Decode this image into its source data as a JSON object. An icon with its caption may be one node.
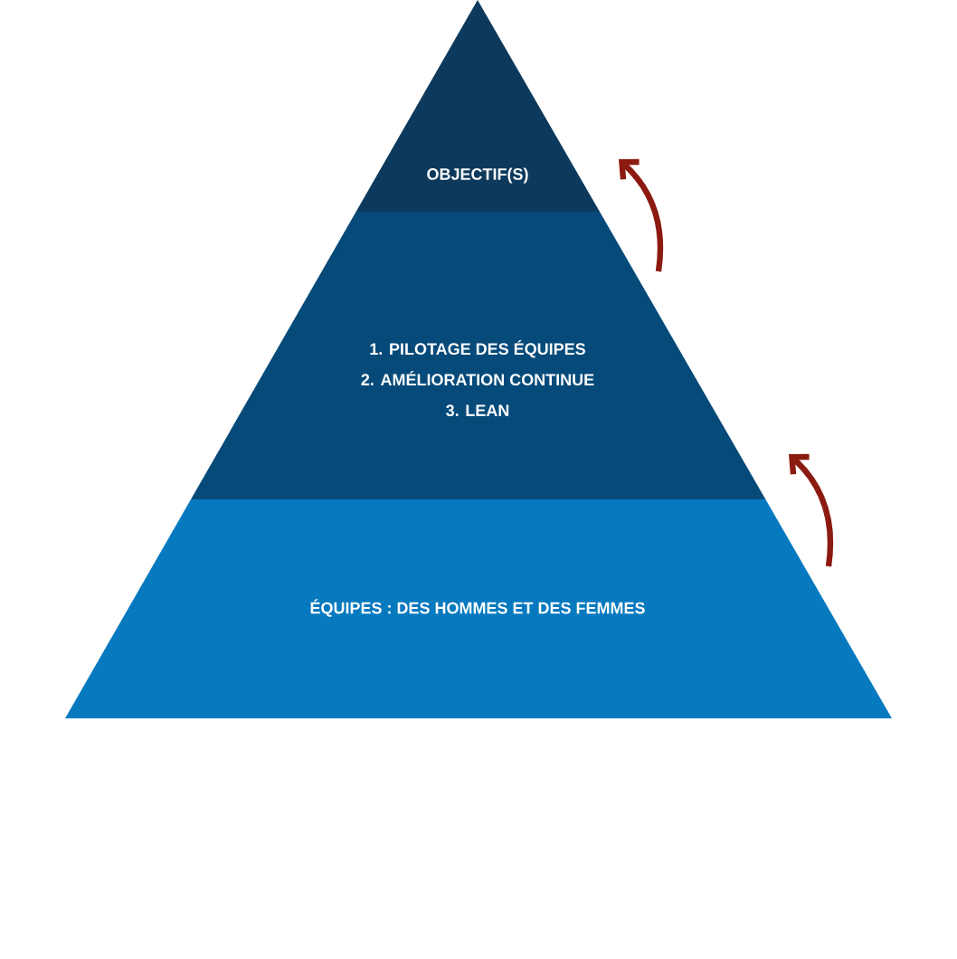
{
  "diagram": {
    "nodes": [
      {
        "text": [
          "OBJECTIF(S)"
        ]
      },
      {
        "text": [
          "1. PILOTAGE DES ÉQUIPES",
          "2. AMÉLIORATION CONTINUE",
          "3. LEAN"
        ]
      },
      {
        "text": [
          "ÉQUIPES : DES HOMMES ET DES FEMMES"
        ]
      }
    ],
    "edges": [
      {
        "from": 2,
        "to": 1,
        "arrow": "to",
        "color": "#8b1a10"
      },
      {
        "from": 1,
        "to": 0,
        "arrow": "to",
        "color": "#8b1a10"
      }
    ]
  }
}
